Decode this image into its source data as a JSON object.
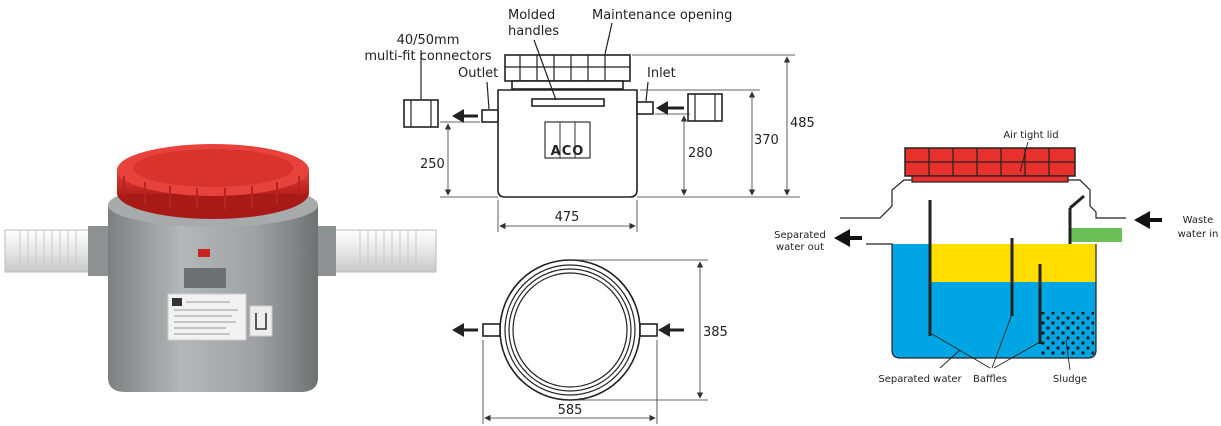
{
  "engineering_drawing": {
    "labels": {
      "connectors_line1": "40/50mm",
      "connectors_line2": "multi-fit connectors",
      "molded_line1": "Molded",
      "molded_line2": "handles",
      "maintenance": "Maintenance opening",
      "outlet": "Outlet",
      "inlet": "Inlet",
      "logo": "ACO"
    },
    "dimensions": {
      "d250": "250",
      "d280": "280",
      "d370": "370",
      "d485": "485",
      "d475": "475",
      "d385": "385",
      "d585": "585"
    }
  },
  "cross_section": {
    "labels": {
      "lid": "Air tight lid",
      "separated_out_1": "Separated",
      "separated_out_2": "water out",
      "waste_in_1": "Waste",
      "waste_in_2": "water in",
      "separated_water": "Separated water",
      "baffles": "Baffles",
      "sludge": "Sludge"
    },
    "colors": {
      "lid": "#e8302d",
      "water": "#00a6e3",
      "grease": "#ffde00",
      "inflow": "#6bbf59",
      "sludge_dots": "#1a1a1a"
    }
  },
  "product_photo": {
    "colors": {
      "lid": "#d62a26",
      "body": "#9a9d9e",
      "pipes": "#eeeeee"
    }
  }
}
